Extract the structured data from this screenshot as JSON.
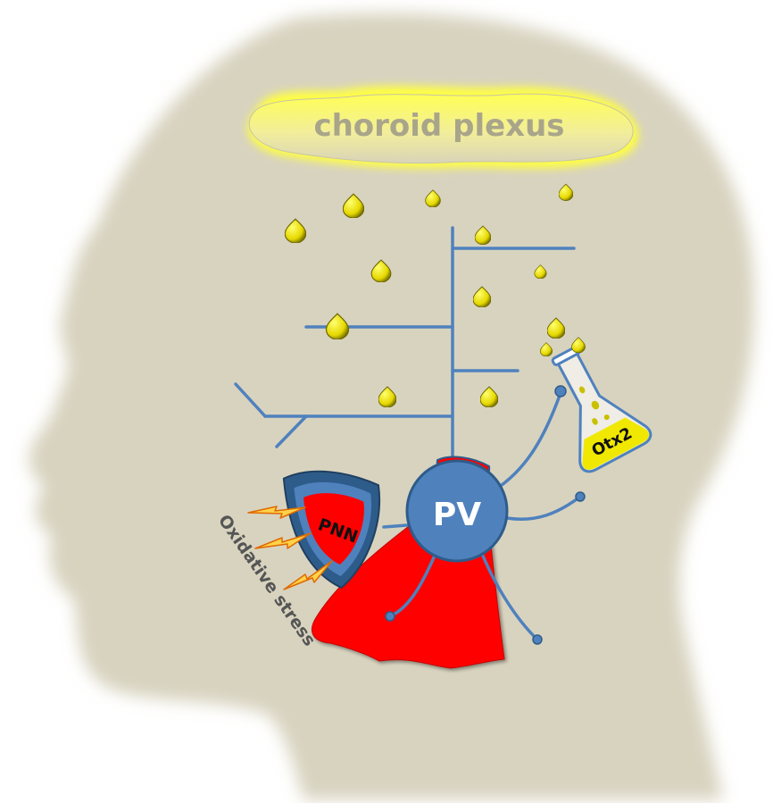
{
  "labels": {
    "cloud": "choroid plexus",
    "cell": "PV",
    "shield": "PNN",
    "flask": "Otx2",
    "stress": "Oxidative stress"
  },
  "colors": {
    "head": "#d8d3bf",
    "neuron": "#4f81bd",
    "cape": "#ff0000",
    "protein": "#f0e800",
    "cloud": "#ffff66",
    "cloud_text": "#a9a58a"
  },
  "icons": [
    "head-silhouette",
    "choroid-plexus-cloud",
    "otx2-droplet",
    "neuron-dendrite",
    "pv-cell",
    "cape",
    "pnn-shield",
    "lightning-bolt",
    "flask"
  ]
}
